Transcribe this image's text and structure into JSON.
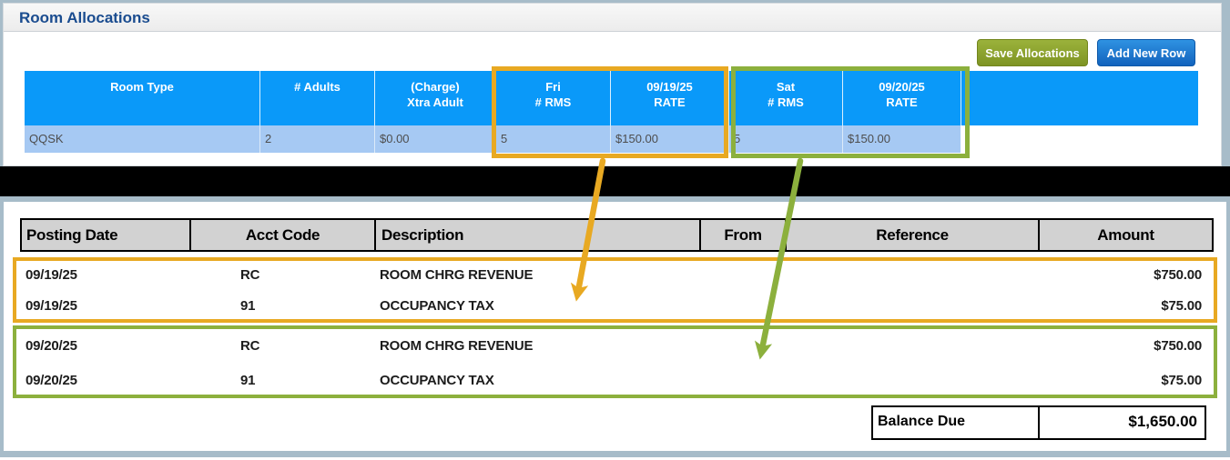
{
  "chrome": {
    "frame_color": "#A7BCC9",
    "divider_color": "#000000"
  },
  "allocations": {
    "panel_title": "Room Allocations",
    "save_button": "Save Allocations",
    "add_button": "Add New Row",
    "save_button_color": "#869B28",
    "add_button_color": "#1372CC",
    "header_color": "#0A99F9",
    "row_color": "#A6C9F3",
    "columns": [
      {
        "label": "Room Type"
      },
      {
        "label": "# Adults"
      },
      {
        "label": "(Charge)\nXtra Adult"
      },
      {
        "label": "Fri\n# RMS"
      },
      {
        "label": "09/19/25\nRATE"
      },
      {
        "label": "Sat\n# RMS"
      },
      {
        "label": "09/20/25\nRATE"
      }
    ],
    "row": {
      "room_type": "QQSK",
      "adults": "2",
      "xtra_adult": "$0.00",
      "fri_rms": "5",
      "fri_rate": "$150.00",
      "sat_rms": "5",
      "sat_rate": "$150.00"
    }
  },
  "ledger": {
    "headers": {
      "posting_date": "Posting Date",
      "acct_code": "Acct Code",
      "description": "Description",
      "from": "From",
      "reference": "Reference",
      "amount": "Amount"
    },
    "rows": [
      {
        "posting_date": "09/19/25",
        "acct_code": "RC",
        "description": "ROOM CHRG REVENUE",
        "from": "",
        "reference": "",
        "amount": "$750.00"
      },
      {
        "posting_date": "09/19/25",
        "acct_code": "91",
        "description": "OCCUPANCY TAX",
        "from": "",
        "reference": "",
        "amount": "$75.00"
      },
      {
        "posting_date": "09/20/25",
        "acct_code": "RC",
        "description": "ROOM CHRG REVENUE",
        "from": "",
        "reference": "",
        "amount": "$750.00"
      },
      {
        "posting_date": "09/20/25",
        "acct_code": "91",
        "description": "OCCUPANCY TAX",
        "from": "",
        "reference": "",
        "amount": "$75.00"
      }
    ],
    "balance": {
      "label": "Balance Due",
      "amount": "$1,650.00"
    }
  },
  "annotations": {
    "friday_highlight_color": "#E8A922",
    "saturday_highlight_color": "#8CB03D"
  }
}
